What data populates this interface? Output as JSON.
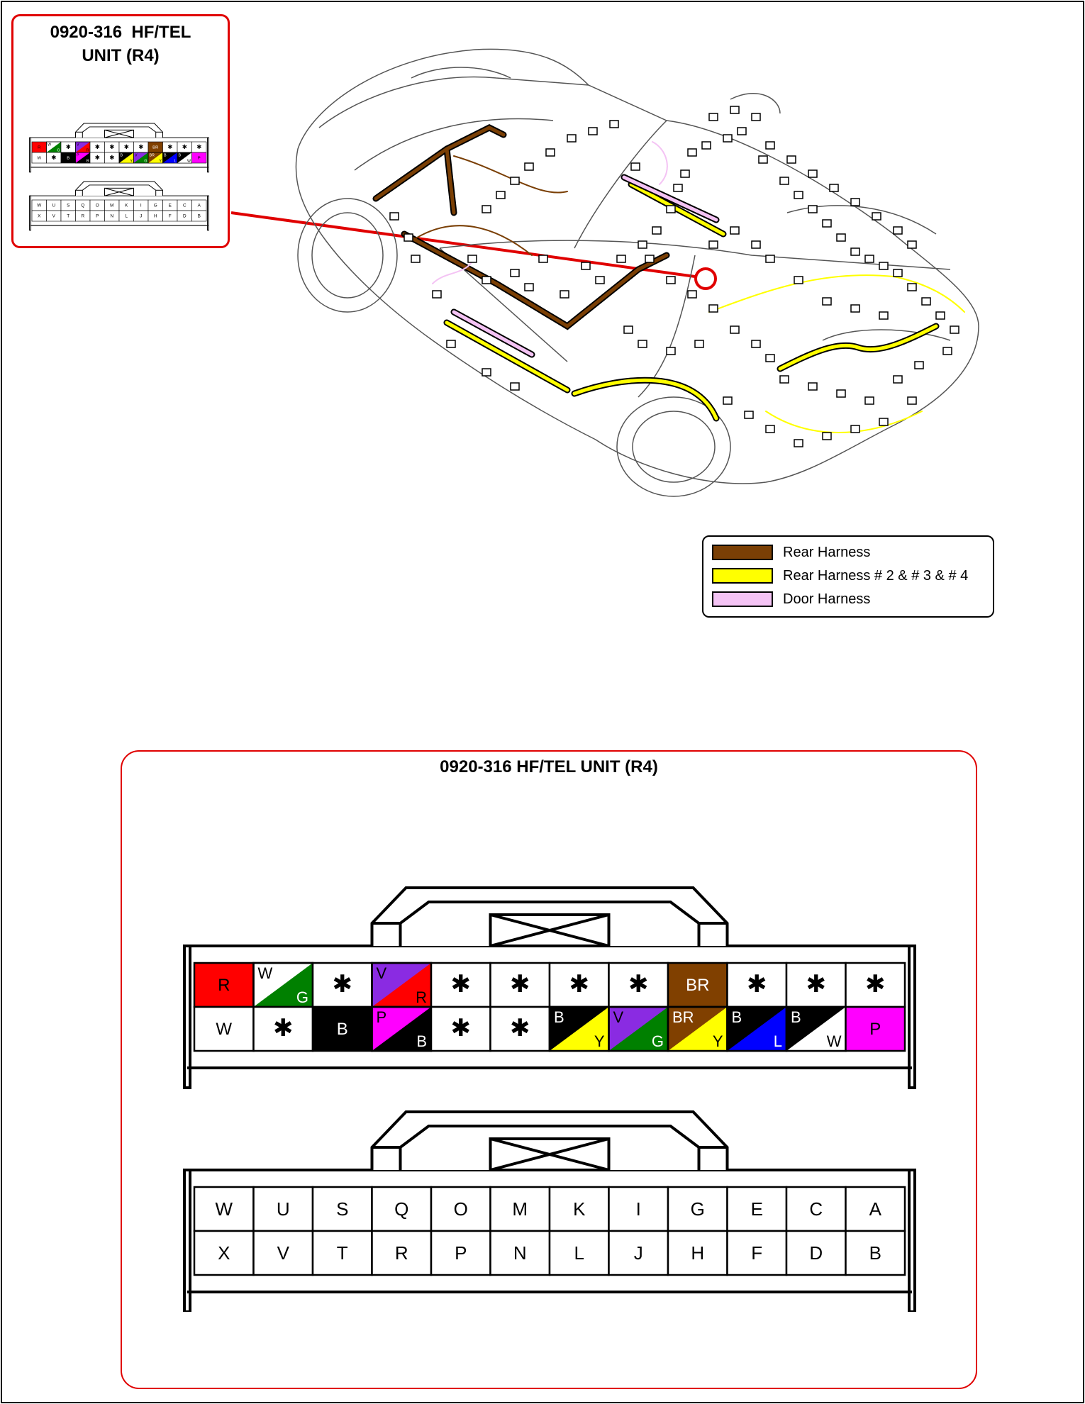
{
  "connector": {
    "code": "0920-316",
    "name": "HF/TEL",
    "location": "UNIT (R4)",
    "title_full": "0920-316  HF/TEL UNIT (R4)"
  },
  "colors": {
    "R": "#ff0000",
    "W": "#ffffff",
    "G": "#008000",
    "V": "#8a2be2",
    "B": "#000000",
    "P": "#ff00ff",
    "Y": "#ffff00",
    "BR": "#804000",
    "L": "#0000ff",
    "frame_red": "#e00000"
  },
  "legend": [
    {
      "label": "Rear Harness",
      "color": "#7a3f05"
    },
    {
      "label": "Rear Harness # 2 & # 3 & # 4",
      "color": "#ffff00"
    },
    {
      "label": "Door Harness",
      "color": "#f4c3f4"
    }
  ],
  "pin_colors": {
    "top_row": [
      {
        "main": "R"
      },
      {
        "main": "W",
        "stripe": "G"
      },
      {
        "empty": true
      },
      {
        "main": "V",
        "stripe": "R"
      },
      {
        "empty": true
      },
      {
        "empty": true
      },
      {
        "empty": true
      },
      {
        "empty": true
      },
      {
        "main": "BR"
      },
      {
        "empty": true
      },
      {
        "empty": true
      },
      {
        "empty": true
      }
    ],
    "bottom_row": [
      {
        "main": "W"
      },
      {
        "empty": true
      },
      {
        "main": "B"
      },
      {
        "main": "P",
        "stripe": "B"
      },
      {
        "empty": true
      },
      {
        "empty": true
      },
      {
        "main": "B",
        "stripe": "Y"
      },
      {
        "main": "V",
        "stripe": "G"
      },
      {
        "main": "BR",
        "stripe": "Y"
      },
      {
        "main": "B",
        "stripe": "L"
      },
      {
        "main": "B",
        "stripe": "W"
      },
      {
        "main": "P"
      }
    ]
  },
  "pin_letters": {
    "top_row": [
      "W",
      "U",
      "S",
      "Q",
      "O",
      "M",
      "K",
      "I",
      "G",
      "E",
      "C",
      "A"
    ],
    "bottom_row": [
      "X",
      "V",
      "T",
      "R",
      "P",
      "N",
      "L",
      "J",
      "H",
      "F",
      "D",
      "B"
    ]
  },
  "empty_symbol": "✱"
}
